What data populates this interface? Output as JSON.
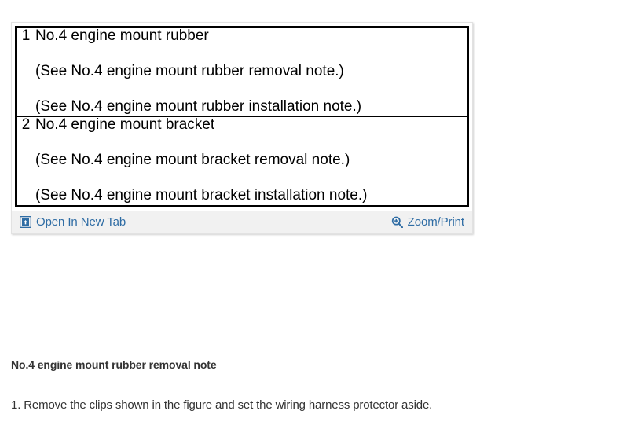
{
  "figure": {
    "table_rows": [
      {
        "number": "1",
        "lines": [
          "No.4 engine mount rubber",
          "(See No.4 engine mount rubber removal note.)",
          "(See No.4 engine mount rubber installation note.)"
        ]
      },
      {
        "number": "2",
        "lines": [
          "No.4 engine mount bracket",
          "(See No.4 engine mount bracket removal note.)",
          "(See No.4 engine mount bracket installation note.)"
        ]
      }
    ],
    "toolbar": {
      "open_new_tab_label": "Open In New Tab",
      "open_new_tab_icon": "open-in-new-tab-icon",
      "zoom_print_label": "Zoom/Print",
      "zoom_print_icon": "magnifier-plus-icon",
      "link_color": "#2e6ca4",
      "background": "#f1f1f1"
    }
  },
  "content": {
    "heading": "No.4 engine mount rubber removal note",
    "step_1": "1. Remove the clips shown in the figure and set the wiring harness protector aside.",
    "text_color": "#333333"
  }
}
